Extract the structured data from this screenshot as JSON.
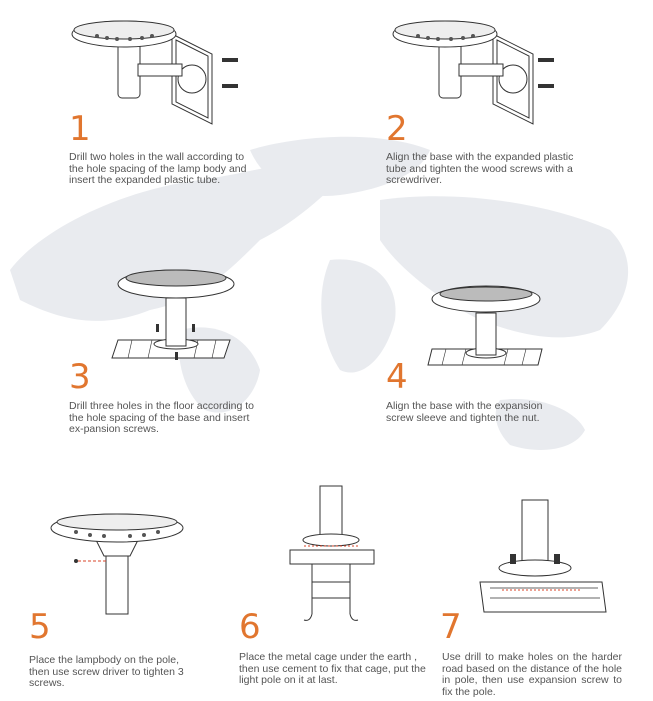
{
  "colors": {
    "number_gradient_top": "#f5b23c",
    "number_gradient_bottom": "#d8442a",
    "map": "#e9ebef",
    "line": "#333333",
    "text": "#555555"
  },
  "steps": [
    {
      "number": "1",
      "text": "Drill two holes in the wall according to the hole spacing of the lamp body  and  insert the expanded plastic tube."
    },
    {
      "number": "2",
      "text": "Align the base with the expanded plastic tube and tighten the wood screws with a screwdriver."
    },
    {
      "number": "3",
      "text": "Drill three holes in the floor according to the hole spacing of the base and insert ex-pansion screws."
    },
    {
      "number": "4",
      "text": "Align the base with the expansion screw sleeve and tighten the nut."
    },
    {
      "number": "5",
      "text": "Place the lampbody on the pole, then use screw driver to tighten 3 screws."
    },
    {
      "number": "6",
      "text": "Place the metal cage under the earth , then use cement to fix that cage, put the light pole on it at last."
    },
    {
      "number": "7",
      "text": "Use drill to make holes  on  the  harder road based on the distance of the hole in  pole, then use  expansion  screw  to fix the pole."
    }
  ]
}
